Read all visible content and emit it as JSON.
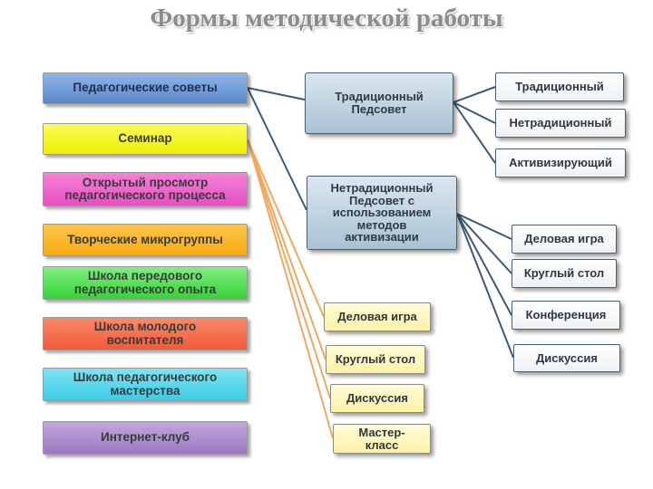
{
  "title": "Формы методической работы",
  "left_forms": [
    {
      "lines": [
        "Педагогические советы"
      ],
      "color": "#6f9ad8"
    },
    {
      "lines": [
        "Семинар"
      ],
      "color": "#f5f51a"
    },
    {
      "lines": [
        "Открытый просмотр",
        "педагогического процесса"
      ],
      "color": "#ee66d0"
    },
    {
      "lines": [
        "Творческие микрогруппы"
      ],
      "color": "#f9b52a"
    },
    {
      "lines": [
        "Школа передового",
        "педагогического опыта"
      ],
      "color": "#55e055"
    },
    {
      "lines": [
        "Школа молодого",
        "воспитателя"
      ],
      "color": "#f47050"
    },
    {
      "lines": [
        "Школа педагогического",
        "мастерства"
      ],
      "color": "#55d8ee"
    },
    {
      "lines": [
        "Интернет-клуб"
      ],
      "color": "#ae90d0"
    }
  ],
  "pedsovet_types": [
    {
      "lines": [
        "Традиционный",
        "Педсовет"
      ]
    },
    {
      "lines": [
        "Нетрадиционный",
        "Педсовет с",
        "использованием",
        "методов",
        "активизации"
      ]
    }
  ],
  "traditional_kinds": [
    "Традиционный",
    "Нетрадиционный",
    "Активизирующий"
  ],
  "activation_methods": [
    "Деловая игра",
    "Круглый стол",
    "Конференция",
    "Дискуссия"
  ],
  "seminar_forms": [
    {
      "lines": [
        "Деловая игра"
      ]
    },
    {
      "lines": [
        "Круглый стол"
      ]
    },
    {
      "lines": [
        "Дискуссия"
      ]
    },
    {
      "lines": [
        "Мастер-",
        "класс"
      ]
    }
  ]
}
